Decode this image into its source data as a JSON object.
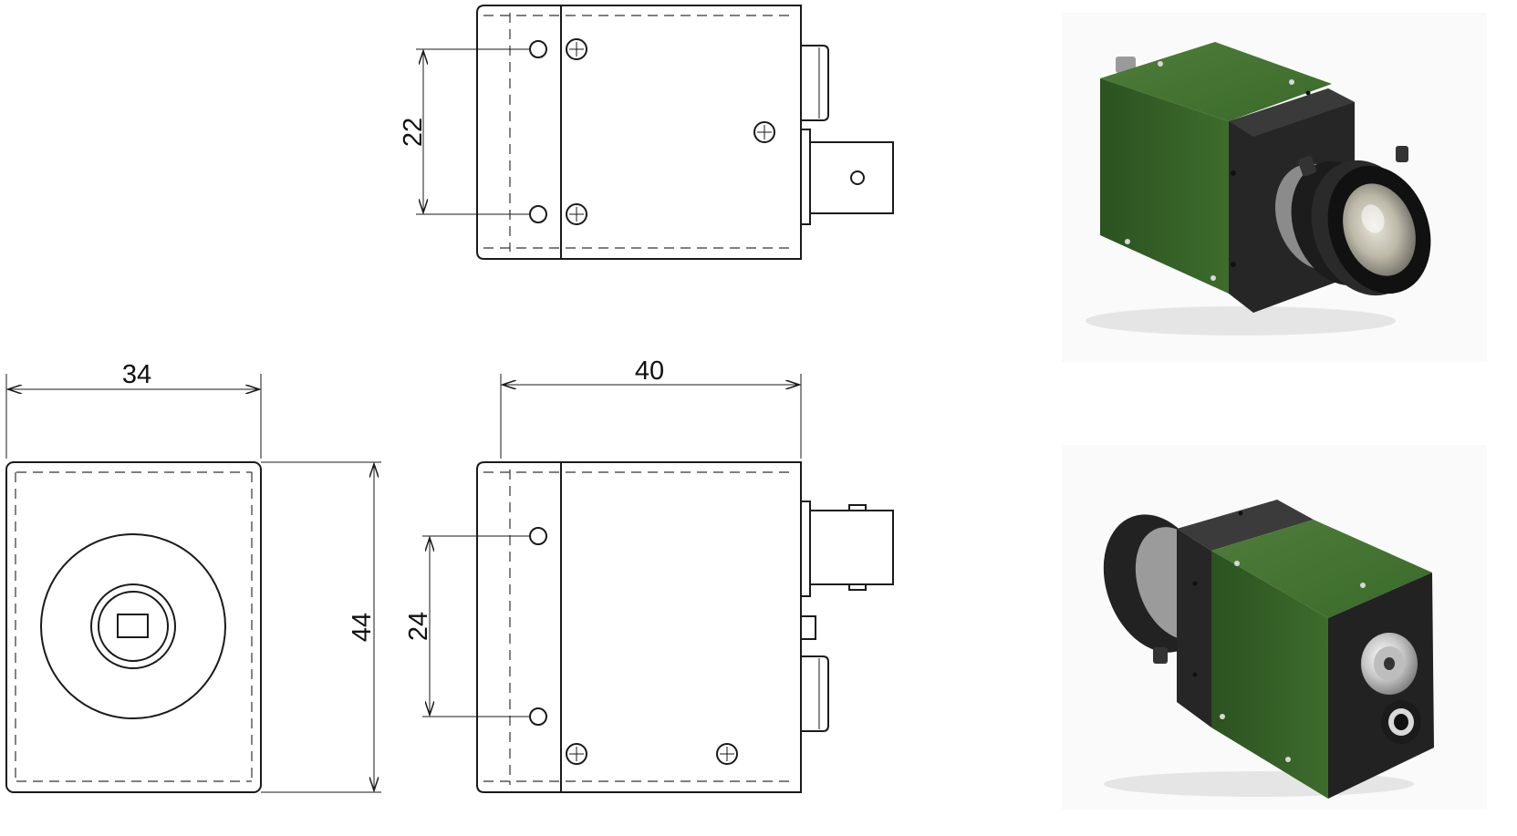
{
  "drawing": {
    "top_view": {
      "dim_hole_spacing": "22"
    },
    "front_view": {
      "dim_width": "34",
      "dim_height": "44"
    },
    "side_view": {
      "dim_length": "40",
      "dim_hole_spacing": "24"
    }
  },
  "photos": {
    "photo_1": "camera-front-angle-photo",
    "photo_2": "camera-rear-angle-photo"
  },
  "colors": {
    "line": "#1a1a1a",
    "camera_body_green": "#2f5a22",
    "camera_block_black": "#262626",
    "lens_black": "#1c1c1c",
    "metal_silver": "#c9c9c9"
  }
}
